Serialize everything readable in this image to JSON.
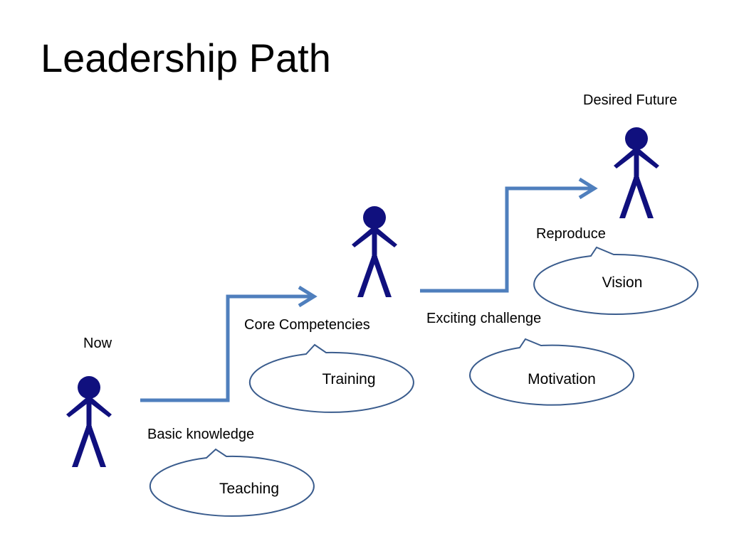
{
  "title": "Leadership Path",
  "stages": {
    "now": "Now",
    "core": "Core Competencies",
    "future": "Desired Future"
  },
  "steps": {
    "basic": "Basic knowledge",
    "exciting": "Exciting challenge",
    "reproduce": "Reproduce"
  },
  "bubbles": {
    "teaching": "Teaching",
    "training": "Training",
    "motivation": "Motivation",
    "vision": "Vision"
  },
  "colors": {
    "figure": "#10107e",
    "arrow": "#4f7fbd",
    "bubble_border": "#3a5c8d"
  }
}
